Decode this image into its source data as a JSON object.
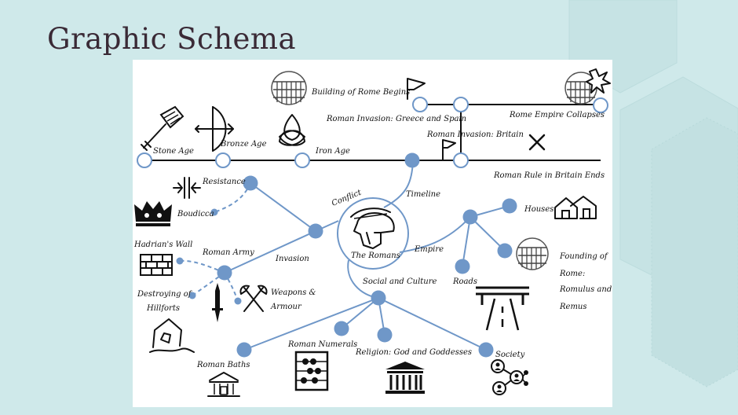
{
  "slide": {
    "title": "Graphic Schema"
  },
  "center": {
    "label": "The Romans"
  },
  "timeline": {
    "label": "Timeline",
    "events": {
      "stone_age": "Stone Age",
      "bronze_age": "Bronze Age",
      "iron_age": "Iron Age",
      "building_of_rome": "Building of Rome Begins",
      "invasion_greece_spain": "Roman Invasion: Greece and Spain",
      "empire_collapses": "Rome Empire Collapses",
      "invasion_britain": "Roman Invasion: Britain",
      "rule_ends": "Roman Rule in Britain Ends"
    }
  },
  "conflict": {
    "label": "Conflict",
    "resistance": "Resistance",
    "boudicca": "Boudicca",
    "invasion": "Invasion",
    "roman_army": "Roman Army",
    "hadrians_wall": "Hadrian's Wall",
    "destroying_hillforts_line1": "Destroying of",
    "destroying_hillforts_line2": "Hillforts",
    "weapons_line1": "Weapons &",
    "weapons_line2": "Armour"
  },
  "empire": {
    "label": "Empire",
    "houses": "Houses",
    "roads": "Roads",
    "founding_line1": "Founding of",
    "founding_line2": "Rome:",
    "founding_line3": "Romulus and",
    "founding_line4": "Remus"
  },
  "social": {
    "label": "Social and Culture",
    "baths": "Roman Baths",
    "numerals": "Roman Numerals",
    "religion": "Religion: God and Goddesses",
    "society": "Society"
  },
  "icons": [
    "colosseum-icon",
    "flag-icon",
    "explosion-icon",
    "hammer-icon",
    "bow-arrow-icon",
    "triquetra-icon",
    "cross-icon",
    "resistance-arrows-icon",
    "crown-icon",
    "brick-wall-icon",
    "sword-icon",
    "crossed-axes-icon",
    "hillfort-icon",
    "houses-icon",
    "road-icon",
    "abacus-icon",
    "temple-icon",
    "network-icon",
    "helmet-icon"
  ],
  "colors": {
    "background": "#cfe9ea",
    "panel": "#ffffff",
    "link": "#6f97c8",
    "title": "#3a2a36"
  }
}
